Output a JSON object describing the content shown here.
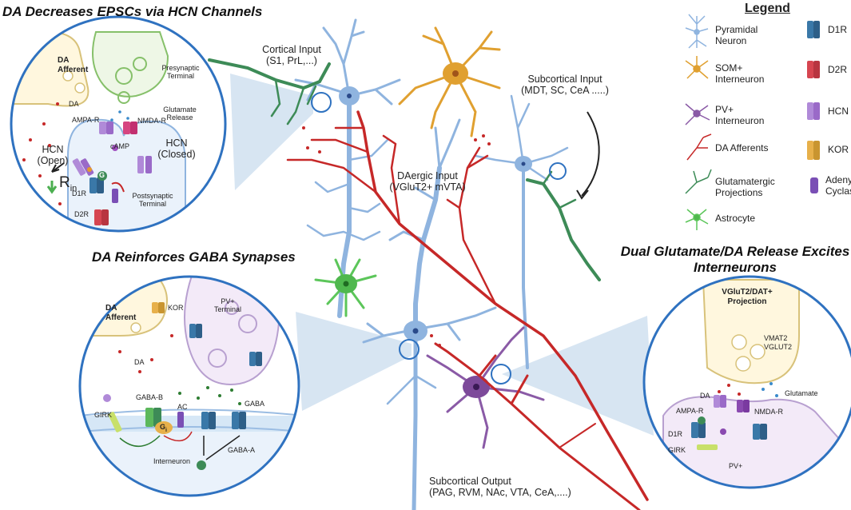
{
  "titles": {
    "hcn": "DA Decreases EPSCs via HCN Channels",
    "gaba": "DA Reinforces GABA Synapses",
    "dual": "Dual Glutamate/DA Release Excites Interneurons"
  },
  "main_labels": {
    "cortical_input": "Cortical Input",
    "cortical_sub": "(S1, PrL,...)",
    "subcortical_input": "Subcortical Input",
    "subcortical_input_sub": "(MDT, SC, CeA .....)",
    "daergic_input": "DAergic Input",
    "daergic_sub": "(VGluT2+ mVTA)",
    "subcortical_output": "Subcortical Output",
    "subcortical_output_sub": "(PAG, RVM, NAc, VTA, CeA,....)"
  },
  "hcn_panel": {
    "da_afferent": "DA Afferent",
    "da": "DA",
    "presynaptic_terminal": "Presynaptic Terminal",
    "glutamate_release": "Glutamate Release",
    "ampa": "AMPA-R",
    "nmda": "NMDA-R",
    "camp": "cAMP",
    "hcn_open": "HCN (Open)",
    "hcn_closed": "HCN (Closed)",
    "rin": "R",
    "rin_sub": "in",
    "d1r": "D1R",
    "d2r": "D2R",
    "postsynaptic_terminal": "Postsynaptic Terminal",
    "g": "G"
  },
  "gaba_panel": {
    "da_afferent": "DA Afferent",
    "kor": "KOR",
    "da": "DA",
    "pv_terminal": "PV+ Terminal",
    "gaba": "GABA",
    "gaba_b": "GABA-B",
    "ac": "AC",
    "girk": "GIRK",
    "interneuron": "Interneuron",
    "gaba_a": "GABA-A",
    "g": "G",
    "gi": "i"
  },
  "dual_panel": {
    "projection": "VGluT2/DAT+ Projection",
    "vmat2": "VMAT2",
    "vglut2": "VGLUT2",
    "da": "DA",
    "glutamate": "Glutamate",
    "ampa": "AMPA-R",
    "nmda": "NMDA-R",
    "d1r": "D1R",
    "girk": "GIRK",
    "pv": "PV+"
  },
  "legend": {
    "title": "Legend",
    "items": [
      {
        "icon": "pyramidal-neuron-icon",
        "label": "Pyramidal Neuron"
      },
      {
        "icon": "d1r-receptor-icon",
        "label": "D1R"
      },
      {
        "icon": "som-interneuron-icon",
        "label": "SOM+ Interneuron"
      },
      {
        "icon": "d2r-receptor-icon",
        "label": "D2R"
      },
      {
        "icon": "pv-interneuron-icon",
        "label": "PV+ Interneuron"
      },
      {
        "icon": "hcn-channel-icon",
        "label": "HCN"
      },
      {
        "icon": "da-afferent-icon",
        "label": "DA Afferents"
      },
      {
        "icon": "kor-receptor-icon",
        "label": "KOR"
      },
      {
        "icon": "glutamatergic-projection-icon",
        "label": "Glutamatergic Projections"
      },
      {
        "icon": "adenyl-cyclase-icon",
        "label": "Adenyl Cyclase"
      },
      {
        "icon": "astrocyte-icon",
        "label": "Astrocyte"
      }
    ]
  },
  "colors": {
    "pyramidal": "#9bbde3",
    "pyramidal_dark": "#7ea6d6",
    "som": "#e0a030",
    "pv": "#8a5aa6",
    "da_afferent": "#c62828",
    "glutamatergic": "#3d8b57",
    "astrocyte": "#5cc65a",
    "d1r": "#3a78a8",
    "d2r": "#d64550",
    "hcn": "#b08ad8",
    "kor": "#e7b04a",
    "adenyl": "#7a4fb5",
    "circle_border": "#2f72c0"
  }
}
